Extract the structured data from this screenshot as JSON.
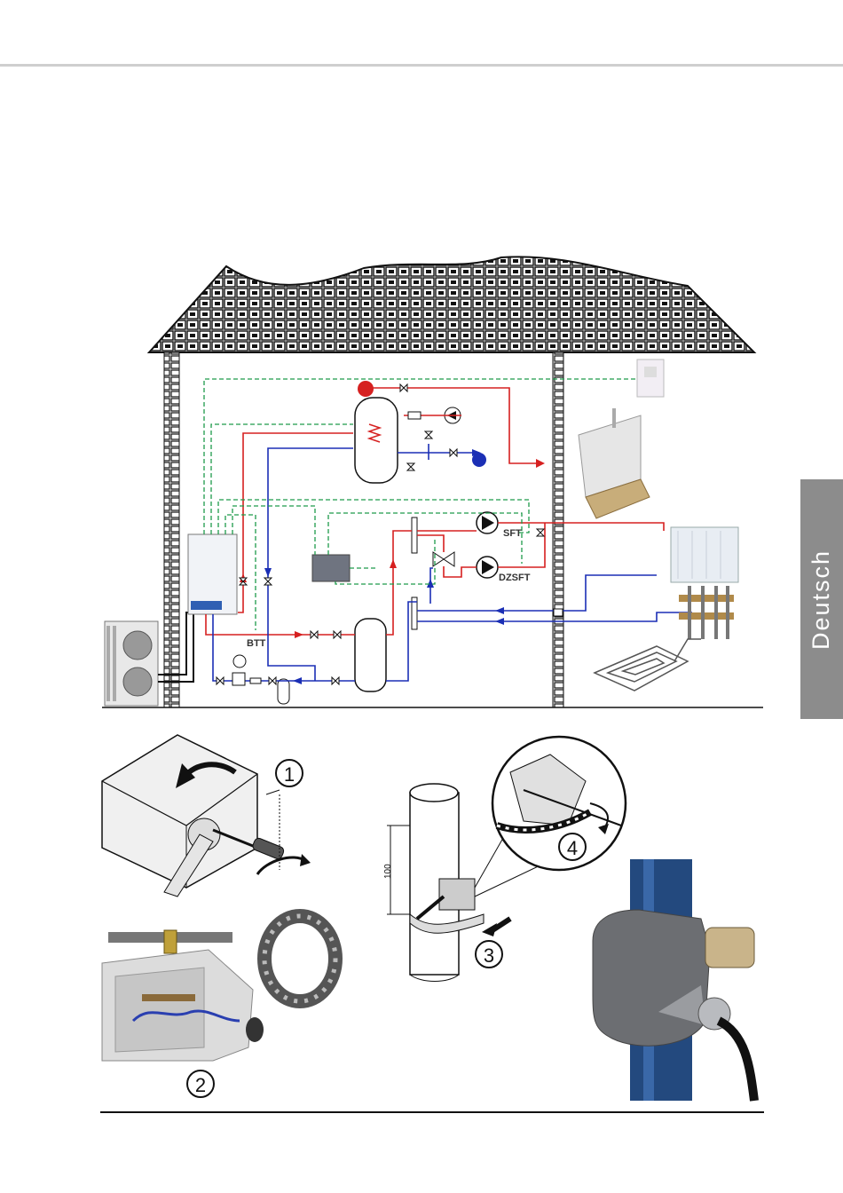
{
  "side_tab": {
    "label": "Deutsch"
  },
  "schematic": {
    "sensor_labels": {
      "boiler_sensor": "BTT",
      "flow_sensor_upper": "SFT",
      "flow_sensor_lower": "DZSFT"
    }
  },
  "install_steps": {
    "step1": "1",
    "step2": "2",
    "step3": "3",
    "step4": "4",
    "distance": "100"
  },
  "colors": {
    "hot_pipe": "#d62020",
    "cold_pipe": "#1b2fb5",
    "signal_line": "#1e9a4a",
    "tab": "#8c8c8c"
  }
}
